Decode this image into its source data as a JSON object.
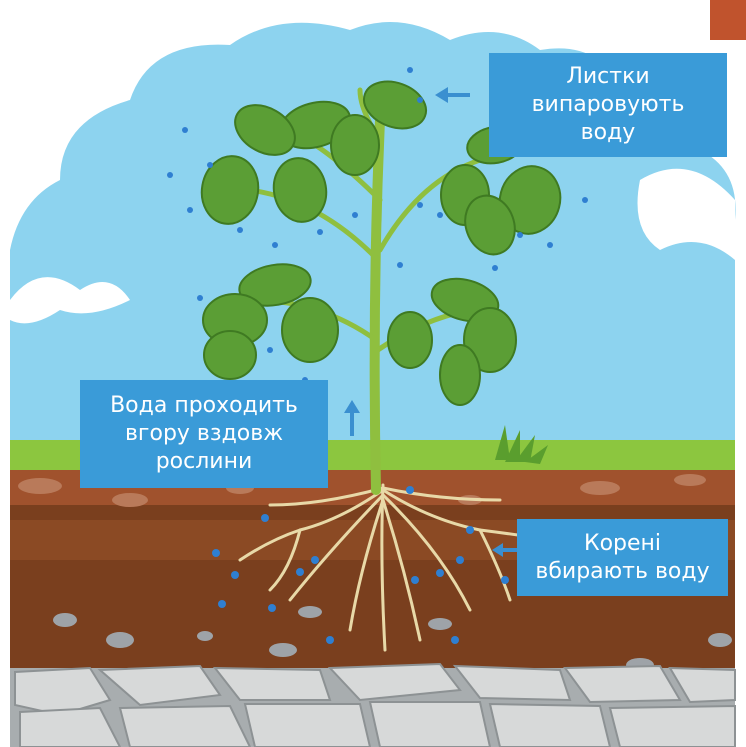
{
  "labels": {
    "leaves": {
      "line1": "Листки",
      "line2": "випаровують",
      "line3": "воду"
    },
    "stem": {
      "line1": "Вода проходить",
      "line2": "вгору вздовж",
      "line3": "рослини"
    },
    "roots": {
      "line1": "Корені",
      "line2": "вбирають воду"
    }
  },
  "colors": {
    "sky": "#8dd3ef",
    "grass": "#8cc63f",
    "soil_top": "#a0522d",
    "soil_deep": "#7a3f1e",
    "stone": "#d7d9d9",
    "label_bg": "#3a9bd8",
    "accent_block": "#c0532d",
    "leaf": "#5b9e35",
    "stem": "#8fbf3f",
    "root": "#e8d9a8",
    "water_dot": "#2f7fd1"
  },
  "icons": {
    "evaporation_arrow": "arrow-left-icon",
    "upward_arrow": "arrow-up-icon",
    "absorption_arrow": "arrow-left-icon"
  }
}
